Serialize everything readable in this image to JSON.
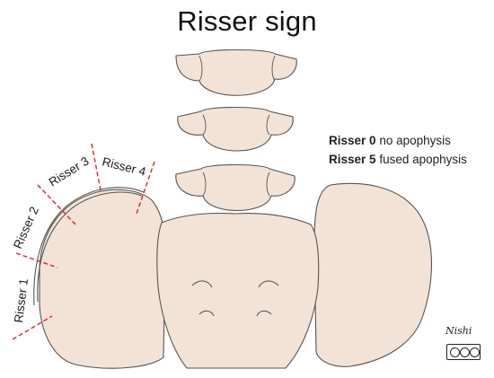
{
  "title": "Risser sign",
  "legend": [
    {
      "grade": "Risser 0",
      "desc": "no apophysis"
    },
    {
      "grade": "Risser 5",
      "desc": "fused apophysis"
    }
  ],
  "grades": {
    "r1": "Risser 1",
    "r2": "Risser 2",
    "r3": "Risser 3",
    "r4": "Risser 4"
  },
  "signature": "Nishi",
  "colors": {
    "bone_fill": "#f3e3d6",
    "bone_stroke": "#555555",
    "marker": "#e02424"
  }
}
